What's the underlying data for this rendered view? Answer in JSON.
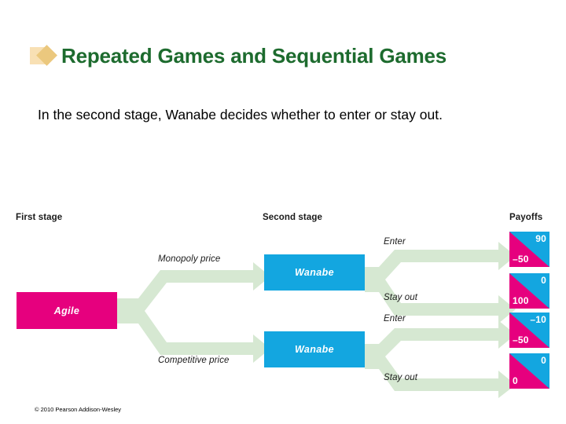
{
  "slide": {
    "title": "Repeated Games and Sequential Games",
    "bullet_icon": "diamond-bullet-icon",
    "body": "In the second stage, Wanabe decides whether to enter or stay out.",
    "footer": "© 2010 Pearson Addison-Wesley",
    "title_color": "#1d6b2e",
    "background": "#ffffff"
  },
  "diagram": {
    "stage_headers": {
      "first": "First stage",
      "second": "Second stage",
      "payoffs": "Payoffs"
    },
    "colors": {
      "agile_node": "#e6007e",
      "wanabe_node": "#13a6e0",
      "arrow": "#d6e8d2",
      "payoff_upper": "#13a6e0",
      "payoff_lower": "#e6007e"
    },
    "nodes": {
      "agile": "Agile",
      "wanabe_1": "Wanabe",
      "wanabe_2": "Wanabe"
    },
    "branches": {
      "monopoly_price": "Monopoly price",
      "competitive_price": "Competitive price",
      "enter_1": "Enter",
      "stay_out_1": "Stay out",
      "enter_2": "Enter",
      "stay_out_2": "Stay out"
    },
    "payoffs": [
      {
        "upper": "90",
        "lower": "–50"
      },
      {
        "upper": "0",
        "lower": "100"
      },
      {
        "upper": "–10",
        "lower": "–50"
      },
      {
        "upper": "0",
        "lower": "0"
      }
    ]
  }
}
